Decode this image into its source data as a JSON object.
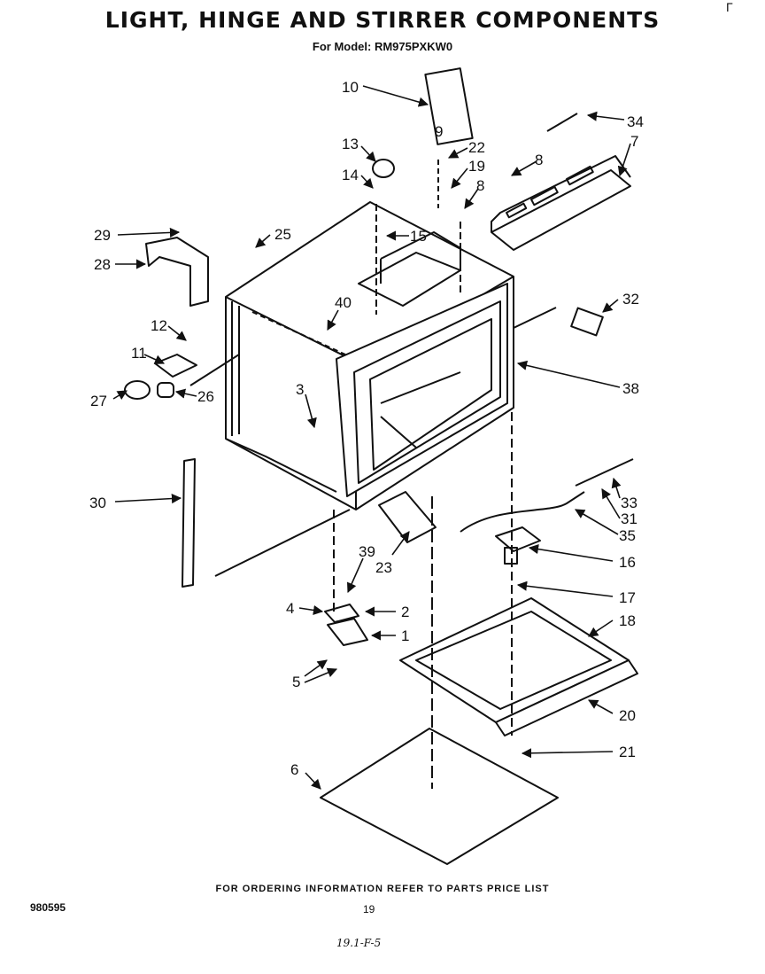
{
  "title": "LIGHT, HINGE AND STIRRER COMPONENTS",
  "model_line": "For Model: RM975PXKW0",
  "footer": "FOR ORDERING INFORMATION REFER TO PARTS PRICE LIST",
  "doc_number": "980595",
  "page_number": "19",
  "handwritten_note": "19.1-F-5",
  "corner_mark": "Γ",
  "labels": {
    "p1": "1",
    "p2": "2",
    "p3": "3",
    "p4": "4",
    "p5": "5",
    "p6": "6",
    "p7": "7",
    "p8a": "8",
    "p8b": "8",
    "p9": "9",
    "p10": "10",
    "p11": "11",
    "p12": "12",
    "p13": "13",
    "p14": "14",
    "p15": "15",
    "p16": "16",
    "p17": "17",
    "p18": "18",
    "p19": "19",
    "p20": "20",
    "p21": "21",
    "p22": "22",
    "p23": "23",
    "p25": "25",
    "p26": "26",
    "p27": "27",
    "p28": "28",
    "p29": "29",
    "p30": "30",
    "p31": "31",
    "p32": "32",
    "p33": "33",
    "p34": "34",
    "p35": "35",
    "p38": "38",
    "p39": "39",
    "p40": "40"
  }
}
